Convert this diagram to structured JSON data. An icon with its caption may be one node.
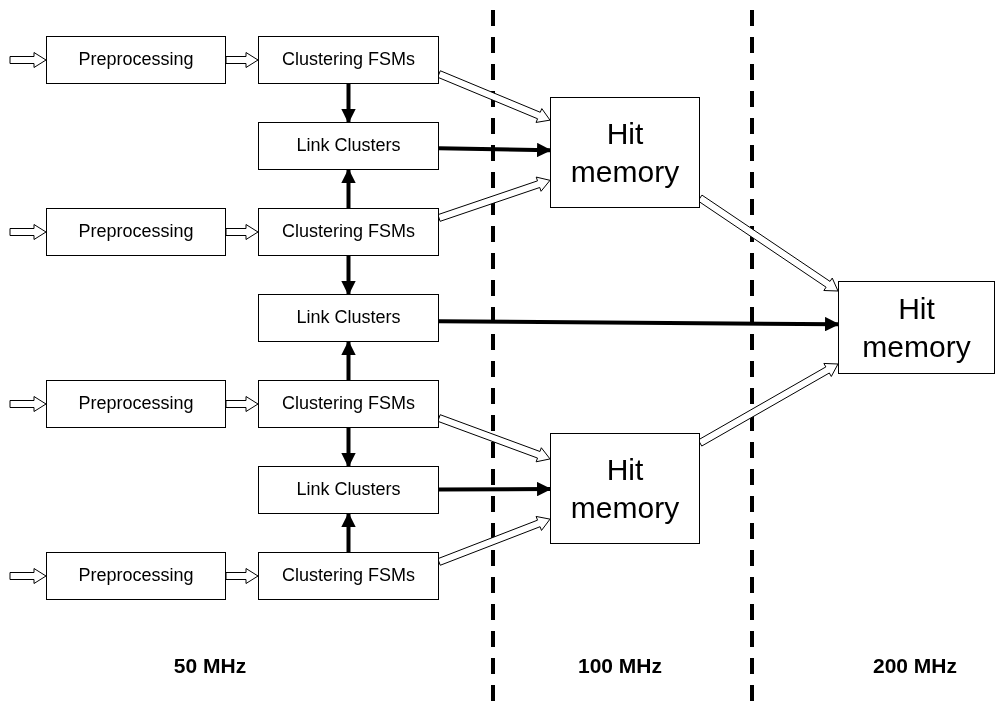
{
  "diagram": {
    "nodes": [
      {
        "text": [
          "Preprocessing"
        ]
      },
      {
        "text": [
          "Clustering FSMs"
        ]
      },
      {
        "text": [
          "Link Clusters"
        ]
      },
      {
        "text": [
          "Preprocessing"
        ]
      },
      {
        "text": [
          "Clustering FSMs"
        ]
      },
      {
        "text": [
          "Link Clusters"
        ]
      },
      {
        "text": [
          "Preprocessing"
        ]
      },
      {
        "text": [
          "Clustering FSMs"
        ]
      },
      {
        "text": [
          "Link Clusters"
        ]
      },
      {
        "text": [
          "Preprocessing"
        ]
      },
      {
        "text": [
          "Clustering FSMs"
        ]
      },
      {
        "text": [
          "Hit memory"
        ]
      },
      {
        "text": [
          "Hit memory"
        ]
      },
      {
        "text": [
          "Hit memory"
        ]
      }
    ],
    "edges": [
      {
        "from": null,
        "to": 0,
        "arrow": "to",
        "style": "thick"
      },
      {
        "from": 0,
        "to": 1,
        "arrow": "to",
        "style": "thick"
      },
      {
        "from": null,
        "to": 3,
        "arrow": "to",
        "style": "thick"
      },
      {
        "from": 3,
        "to": 4,
        "arrow": "to",
        "style": "thick"
      },
      {
        "from": null,
        "to": 6,
        "arrow": "to",
        "style": "thick"
      },
      {
        "from": 6,
        "to": 7,
        "arrow": "to",
        "style": "thick"
      },
      {
        "from": null,
        "to": 9,
        "arrow": "to",
        "style": "thick"
      },
      {
        "from": 9,
        "to": 10,
        "arrow": "to",
        "style": "thick"
      },
      {
        "from": 1,
        "to": 2,
        "arrow": "to"
      },
      {
        "from": 4,
        "to": 2,
        "arrow": "to"
      },
      {
        "from": 4,
        "to": 5,
        "arrow": "to"
      },
      {
        "from": 7,
        "to": 5,
        "arrow": "to"
      },
      {
        "from": 7,
        "to": 8,
        "arrow": "to"
      },
      {
        "from": 10,
        "to": 8,
        "arrow": "to"
      },
      {
        "from": 2,
        "to": 11,
        "arrow": "to"
      },
      {
        "from": 5,
        "to": 13,
        "arrow": "to"
      },
      {
        "from": 8,
        "to": 12,
        "arrow": "to"
      },
      {
        "from": 1,
        "to": 11,
        "arrow": "to",
        "style": "thick"
      },
      {
        "from": 4,
        "to": 11,
        "arrow": "to",
        "style": "thick"
      },
      {
        "from": 7,
        "to": 12,
        "arrow": "to",
        "style": "thick"
      },
      {
        "from": 10,
        "to": 12,
        "arrow": "to",
        "style": "thick"
      },
      {
        "from": 11,
        "to": 13,
        "arrow": "to",
        "style": "thick"
      },
      {
        "from": 12,
        "to": 13,
        "arrow": "to",
        "style": "thick"
      }
    ],
    "labels": [
      "50 MHz",
      "100 MHz",
      "200 MHz"
    ]
  }
}
